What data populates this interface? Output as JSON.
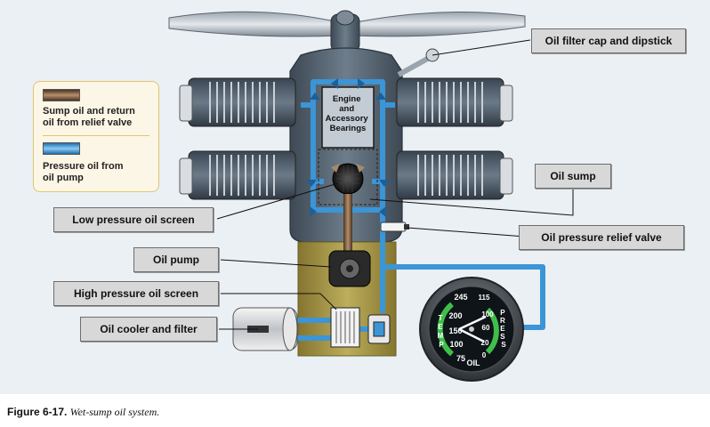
{
  "diagram": {
    "center_box_label": [
      "Engine",
      "and",
      "Accessory",
      "Bearings"
    ]
  },
  "callouts": {
    "oil_filter_cap": "Oil filter cap and dipstick",
    "oil_sump": "Oil sump",
    "low_pressure_screen": "Low pressure oil screen",
    "oil_pressure_relief_valve": "Oil pressure relief valve",
    "oil_pump": "Oil pump",
    "high_pressure_screen": "High pressure oil screen",
    "oil_cooler_filter": "Oil cooler and filter"
  },
  "legend": {
    "sump_oil": {
      "label": "Sump oil and return\noil from relief valve",
      "color": "#6b4e35"
    },
    "pressure_oil": {
      "label": "Pressure oil from\noil pump",
      "color": "#3b95d6"
    }
  },
  "gauge": {
    "temp_ticks": [
      "245",
      "200",
      "150",
      "100",
      "75"
    ],
    "press_ticks": [
      "115",
      "100",
      "60",
      "20",
      "0"
    ],
    "temp_label": [
      "T",
      "E",
      "M",
      "P"
    ],
    "press_label": [
      "P",
      "R",
      "E",
      "S",
      "S"
    ],
    "oil_label": "OIL"
  },
  "colors": {
    "pressure_oil": "#3b95d6",
    "sump_oil": "#6b4e35",
    "sump_fill": "#a39342",
    "engine_body": "#4a5866"
  },
  "caption": {
    "label": "Figure 6-17.",
    "text": "Wet-sump oil system."
  }
}
